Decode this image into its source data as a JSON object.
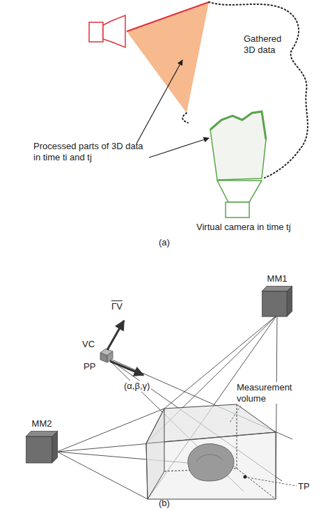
{
  "diagram": {
    "nodes": [
      {
        "text": [
          "MM1"
        ]
      },
      {
        "text": [
          "MM2"
        ]
      }
    ],
    "labels": [
      "Gathered 3D data",
      "Processed parts of 3D data in time ti and tj",
      "Virtual camera in time tj",
      "(a)",
      "VC",
      "PP",
      "ΓV",
      "(α,β,γ)",
      "Measurement volume",
      "TP",
      "(b)"
    ]
  }
}
